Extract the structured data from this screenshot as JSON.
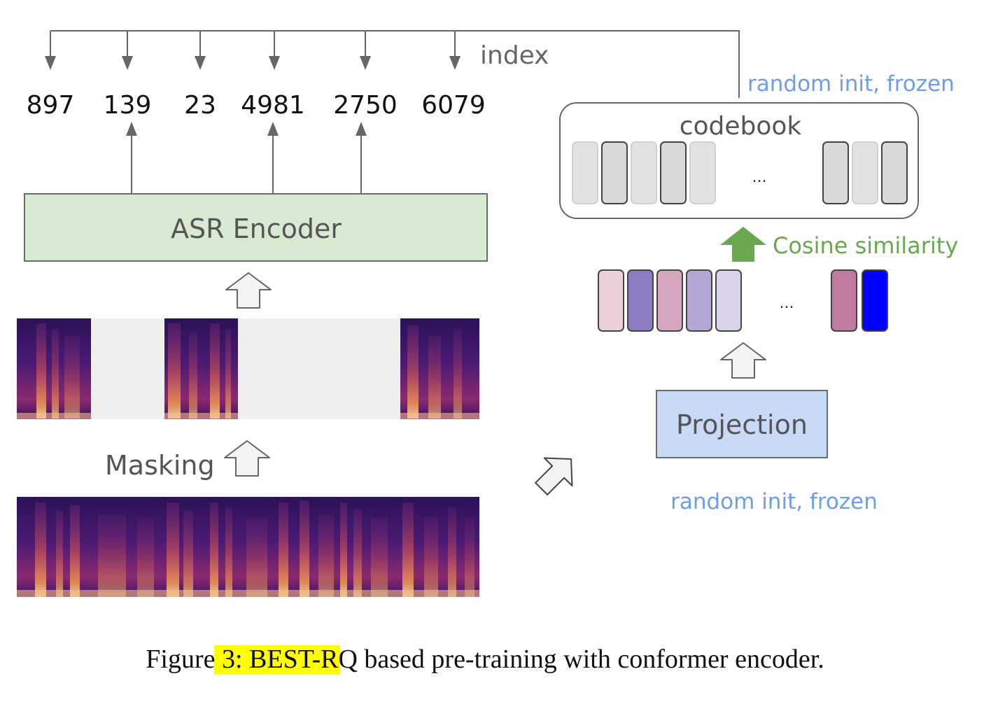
{
  "index_label": "index",
  "indices": [
    "897",
    "139",
    "23",
    "4981",
    "2750",
    "6079"
  ],
  "encoder_label": "ASR Encoder",
  "masking_label": "Masking",
  "codebook_label": "codebook",
  "codebook_note": "random init, frozen",
  "ellipsis": "...",
  "cosine_label": "Cosine similarity",
  "projection_label": "Projection",
  "projection_note": "random init, frozen",
  "caption": {
    "prefix": "Figure 3: ",
    "highlight": "BEST-RQ",
    "suffix": " based pre-training with conformer encoder."
  },
  "colors": {
    "encoder_fill": "#d9ead3",
    "projection_fill": "#c9daf8",
    "note_blue": "#6d9eeb",
    "cosine_green": "#6aa84f",
    "highlight": "#ffff00",
    "proj_vectors": [
      "#ead1dc",
      "#8e7cc3",
      "#d5a6bd",
      "#b4a7d6",
      "#d9d2e9",
      "#c27ba0",
      "#0000ff"
    ]
  }
}
